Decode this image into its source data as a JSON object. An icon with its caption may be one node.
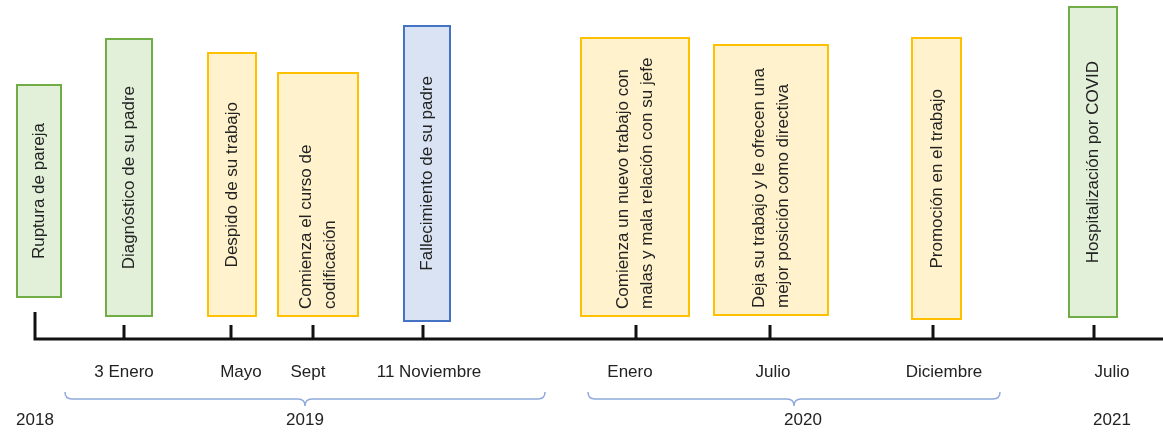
{
  "diagram": {
    "nodes": [
      {
        "text": [
          "Ruptura de pareja"
        ]
      },
      {
        "text": [
          "Diagnóstico de su padre"
        ]
      },
      {
        "text": [
          "Despido de su trabajo"
        ]
      },
      {
        "text": [
          "Comienza el curso de codificación"
        ]
      },
      {
        "text": [
          "Fallecimiento de su padre"
        ]
      },
      {
        "text": [
          "Comienza un nuevo trabajo con malas y mala relación con su jefe"
        ]
      },
      {
        "text": [
          "Deja su trabajo y le ofrecen una mejor posición como directiva"
        ]
      },
      {
        "text": [
          "Promoción en el trabajo"
        ]
      },
      {
        "text": [
          "Hospitalización por COVID"
        ]
      }
    ],
    "labels": [
      "3 Enero",
      "Mayo",
      "Sept",
      "11 Noviembre",
      "Enero",
      "Julio",
      "Diciembre",
      "Julio",
      "2018",
      "2019",
      "2020",
      "2021"
    ]
  }
}
